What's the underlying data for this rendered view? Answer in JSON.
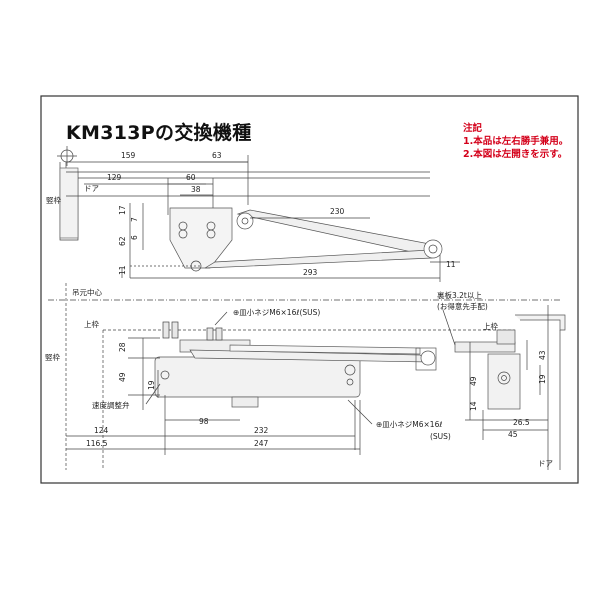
{
  "title": "KM313Pの交換機種",
  "notes": {
    "heading": "注記",
    "line1": "1.本品は左右勝手兼用。",
    "line2": "2.本図は左開きを示す。"
  },
  "labels": {
    "door_top": "ドア",
    "jamb_top": "竪枠",
    "hinge_center": "吊元中心",
    "upper_frame_left": "上枠",
    "jamb_left": "竪枠",
    "screw_top": "⊕皿小ネジM6×16ℓ(SUS)",
    "screw_bottom_a": "⊕皿小ネジM6×16ℓ",
    "screw_bottom_b": "(SUS)",
    "speed_valve": "速度調整弁",
    "backplate_a": "裏板3.2t以上",
    "backplate_b": "(お得意先手配)",
    "upper_frame_right": "上枠",
    "door_right": "ドア"
  },
  "dims_top": {
    "d159": "159",
    "d63": "63",
    "d129": "129",
    "d60": "60",
    "d38": "38",
    "d230": "230",
    "d17": "17",
    "d7": "7",
    "d6": "6",
    "d62": "62",
    "d11a": "11",
    "d293": "293",
    "d11b": "11"
  },
  "dims_bottom": {
    "d28": "28",
    "d19": "19",
    "d49": "49",
    "d98": "98",
    "d124": "124",
    "d232": "232",
    "d1165": "116.5",
    "d247": "247"
  },
  "dims_side": {
    "d43": "43",
    "d19": "19",
    "d49": "49",
    "d14": "14",
    "d265": "26.5",
    "d45": "45"
  }
}
